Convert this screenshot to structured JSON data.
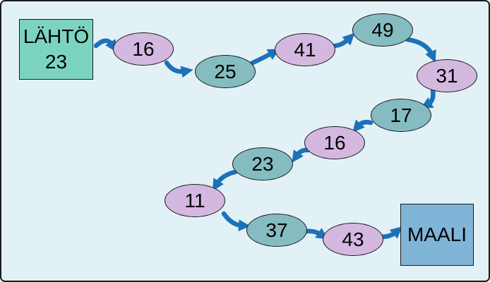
{
  "diagram": {
    "title": "number-path-exercise",
    "start": {
      "label": "LÄHTÖ",
      "value": "23"
    },
    "goal": {
      "label": "MAALI"
    },
    "nodes": [
      {
        "label": "16",
        "color": "lavender"
      },
      {
        "label": "25",
        "color": "teal"
      },
      {
        "label": "41",
        "color": "lavender"
      },
      {
        "label": "49",
        "color": "teal"
      },
      {
        "label": "31",
        "color": "lavender"
      },
      {
        "label": "17",
        "color": "teal"
      },
      {
        "label": "16",
        "color": "lavender"
      },
      {
        "label": "23",
        "color": "teal"
      },
      {
        "label": "11",
        "color": "lavender"
      },
      {
        "label": "37",
        "color": "teal"
      },
      {
        "label": "43",
        "color": "lavender"
      }
    ],
    "path_order": [
      "LÄHTÖ 23",
      "16",
      "25",
      "41",
      "49",
      "31",
      "17",
      "16",
      "23",
      "11",
      "37",
      "43",
      "MAALI"
    ],
    "colors": {
      "background": "#e2f1f6",
      "start_box": "#7cd4c0",
      "goal_box": "#80b5d7",
      "node_teal": "#85bcc1",
      "node_lavender": "#d4b8e0",
      "arrow": "#1b72b8",
      "outline": "#1a1a1a"
    }
  }
}
